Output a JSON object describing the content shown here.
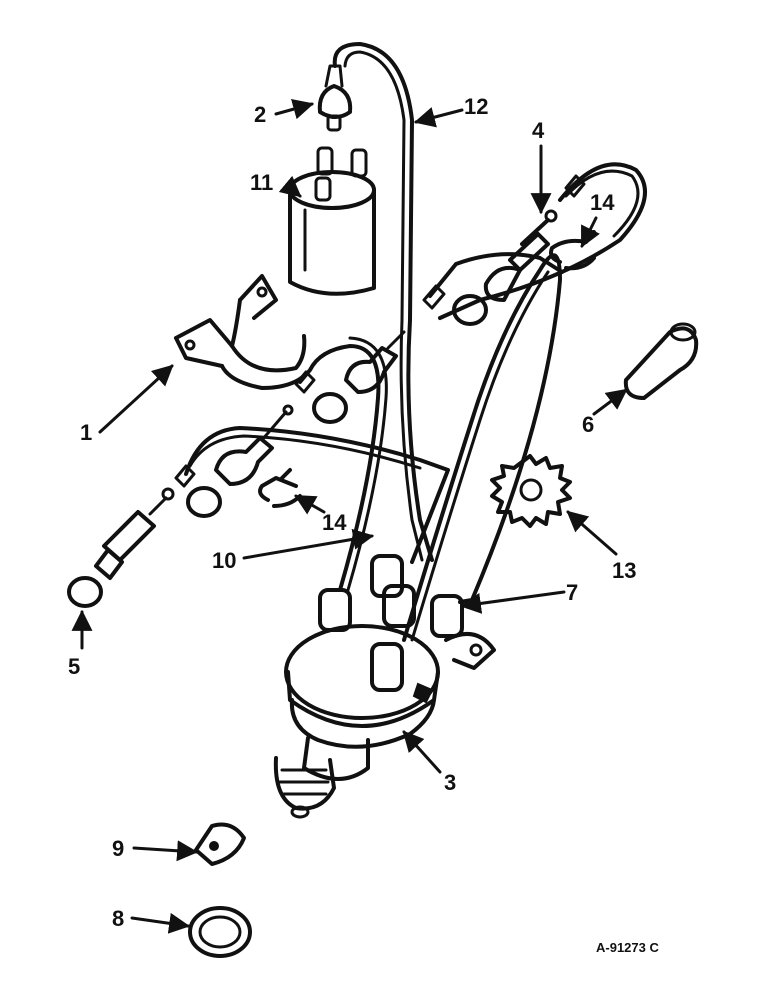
{
  "callouts": {
    "c1": "1",
    "c2": "2",
    "c3": "3",
    "c4": "4",
    "c5": "5",
    "c6": "6",
    "c7": "7",
    "c8": "8",
    "c9": "9",
    "c10": "10",
    "c11": "11",
    "c12": "12",
    "c13": "13",
    "c14a": "14",
    "c14b": "14"
  },
  "figure_code": "A-91273 C"
}
